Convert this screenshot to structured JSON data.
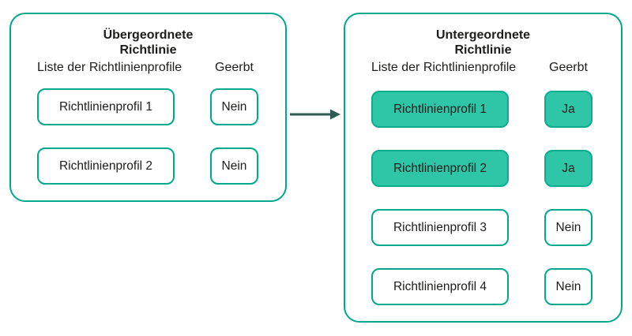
{
  "colors": {
    "accent_border": "#00a88e",
    "highlight_fill": "#2ec6a7",
    "highlight_border": "#0cad8f",
    "arrow": "#2e5b52",
    "text": "#1d1d1b",
    "background": "#ffffff"
  },
  "left_panel": {
    "title_line1": "Übergeordnete",
    "title_line2": "Richtlinie",
    "col_profiles": "Liste der Richtlinienprofile",
    "col_inherited": "Geerbt",
    "rows": [
      {
        "label": "Richtlinienprofil 1",
        "inherited": "Nein",
        "highlighted": false
      },
      {
        "label": "Richtlinienprofil 2",
        "inherited": "Nein",
        "highlighted": false
      }
    ]
  },
  "right_panel": {
    "title_line1": "Untergeordnete",
    "title_line2": "Richtlinie",
    "col_profiles": "Liste der Richtlinienprofile",
    "col_inherited": "Geerbt",
    "rows": [
      {
        "label": "Richtlinienprofil 1",
        "inherited": "Ja",
        "highlighted": true
      },
      {
        "label": "Richtlinienprofil 2",
        "inherited": "Ja",
        "highlighted": true
      },
      {
        "label": "Richtlinienprofil 3",
        "inherited": "Nein",
        "highlighted": false
      },
      {
        "label": "Richtlinienprofil 4",
        "inherited": "Nein",
        "highlighted": false
      }
    ]
  },
  "arrow": {
    "direction": "right",
    "meaning": "parent-to-child"
  }
}
